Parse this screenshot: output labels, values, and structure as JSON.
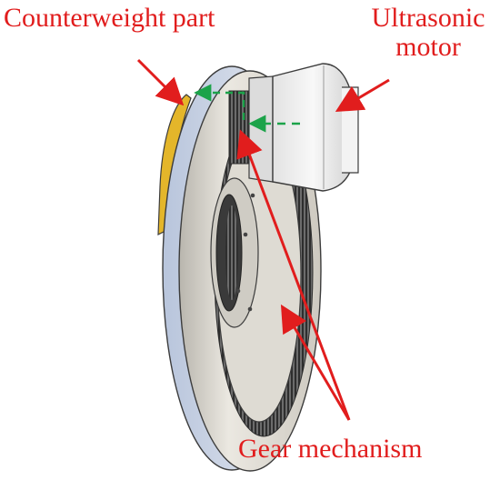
{
  "labels": {
    "counterweight": "Counterweight part",
    "ultrasonic_line1": "Ultrasonic",
    "ultrasonic_line2": "motor",
    "gear": "Gear mechanism"
  },
  "colors": {
    "annotation": "#e11d1d",
    "motion_arrow": "#1ca34a",
    "counterweight": "#e4b62a",
    "ring_face": "#d7d4cd",
    "ring_side": "#c8c4bb",
    "motor": "#ececec",
    "outline": "#3c3c3c"
  }
}
